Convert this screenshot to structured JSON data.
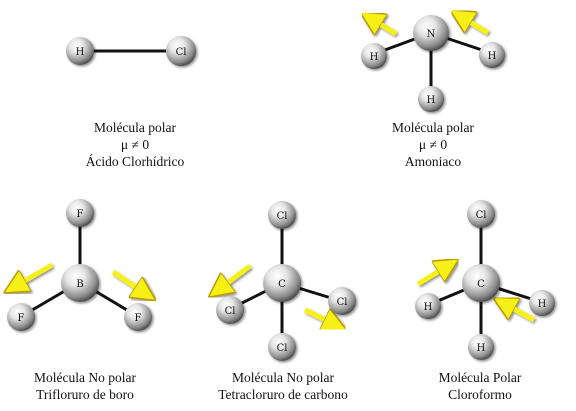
{
  "colors": {
    "dipole_arrow": "#f7f012",
    "net_arrow": "#e23018",
    "bond": "#111111",
    "atom_light": "#f4f4f4",
    "atom_dark": "#606060"
  },
  "panels": {
    "hcl": {
      "atoms": {
        "h": "H",
        "cl": "Cl"
      },
      "caption": {
        "line1": "Molécula polar",
        "line2": "μ ≠ 0",
        "line3": "Ácido Clorhídrico"
      }
    },
    "nh3": {
      "atoms": {
        "n": "N",
        "h1": "H",
        "h2": "H",
        "h3": "H"
      },
      "caption": {
        "line1": "Molécula polar",
        "line2": "μ ≠ 0",
        "line3": "Amoniaco"
      }
    },
    "bf3": {
      "atoms": {
        "b": "B",
        "f1": "F",
        "f2": "F",
        "f3": "F"
      },
      "caption": {
        "line1": "Molécula No polar",
        "line2": "Trifloruro de boro"
      }
    },
    "ccl4": {
      "atoms": {
        "c": "C",
        "cl1": "Cl",
        "cl2": "Cl",
        "cl3": "Cl",
        "cl4": "Cl"
      },
      "caption": {
        "line1": "Molécula No polar",
        "line2": "Tetracloruro de carbono"
      }
    },
    "chcl3": {
      "atoms": {
        "c": "C",
        "cl": "Cl",
        "h1": "H",
        "h2": "H",
        "h3": "H"
      },
      "caption": {
        "line1": "Molécula Polar",
        "line2": "Cloroformo"
      }
    }
  }
}
